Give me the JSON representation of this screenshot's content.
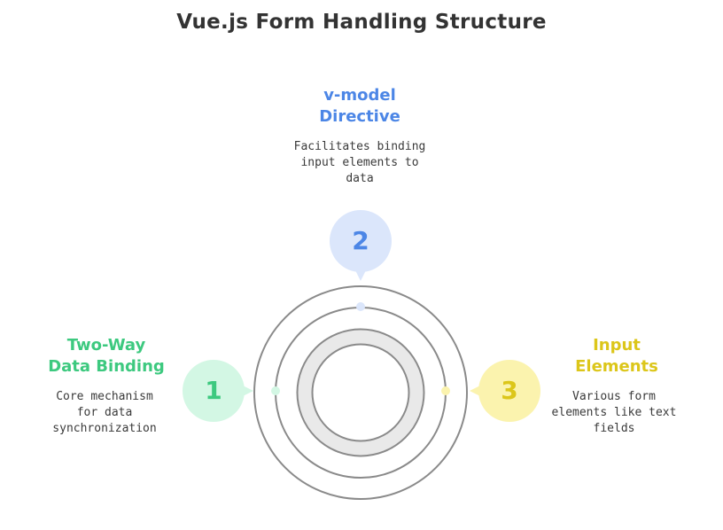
{
  "title": "Vue.js Form Handling Structure",
  "colors": {
    "item1": "#3dc97f",
    "item2": "#4c86e6",
    "item3": "#dcc61a",
    "ring": "#888888"
  },
  "items": [
    {
      "number": "1",
      "heading_line1": "Two-Way",
      "heading_line2": "Data Binding",
      "desc_line1": "Core mechanism",
      "desc_line2": "for data",
      "desc_line3": "synchronization"
    },
    {
      "number": "2",
      "heading_line1": "v-model",
      "heading_line2": "Directive",
      "desc_line1": "Facilitates binding",
      "desc_line2": "input elements to",
      "desc_line3": "data"
    },
    {
      "number": "3",
      "heading_line1": "Input",
      "heading_line2": "Elements",
      "desc_line1": "Various form",
      "desc_line2": "elements like text",
      "desc_line3": "fields"
    }
  ]
}
